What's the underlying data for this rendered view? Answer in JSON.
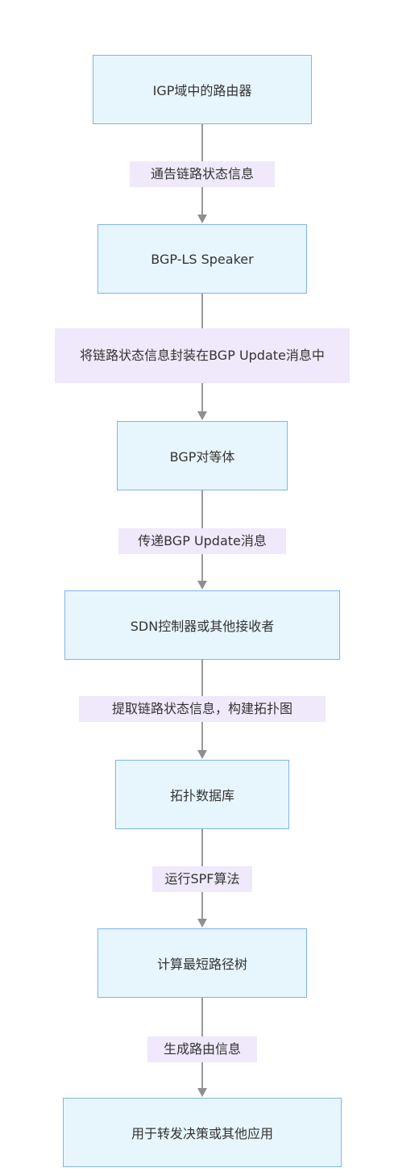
{
  "flowchart": {
    "nodes": [
      {
        "id": "n1",
        "label": "IGP域中的路由器"
      },
      {
        "id": "n2",
        "label": "BGP-LS Speaker"
      },
      {
        "id": "n3",
        "label": "BGP对等体"
      },
      {
        "id": "n4",
        "label": "SDN控制器或其他接收者"
      },
      {
        "id": "n5",
        "label": "拓扑数据库"
      },
      {
        "id": "n6",
        "label": "计算最短路径树"
      },
      {
        "id": "n7",
        "label": "用于转发决策或其他应用"
      }
    ],
    "edges": [
      {
        "from": "n1",
        "to": "n2",
        "label": "通告链路状态信息"
      },
      {
        "from": "n2",
        "to": "n3",
        "label": "将链路状态信息封装在BGP Update消息中"
      },
      {
        "from": "n3",
        "to": "n4",
        "label": "传递BGP Update消息"
      },
      {
        "from": "n4",
        "to": "n5",
        "label": "提取链路状态信息，构建拓扑图"
      },
      {
        "from": "n5",
        "to": "n6",
        "label": "运行SPF算法"
      },
      {
        "from": "n6",
        "to": "n7",
        "label": "生成路由信息"
      }
    ]
  },
  "colors": {
    "node_fill": "#e7f6fd",
    "node_border": "#7fb3ee",
    "edge_label_fill": "#efe9fb",
    "connector": "#999999"
  }
}
